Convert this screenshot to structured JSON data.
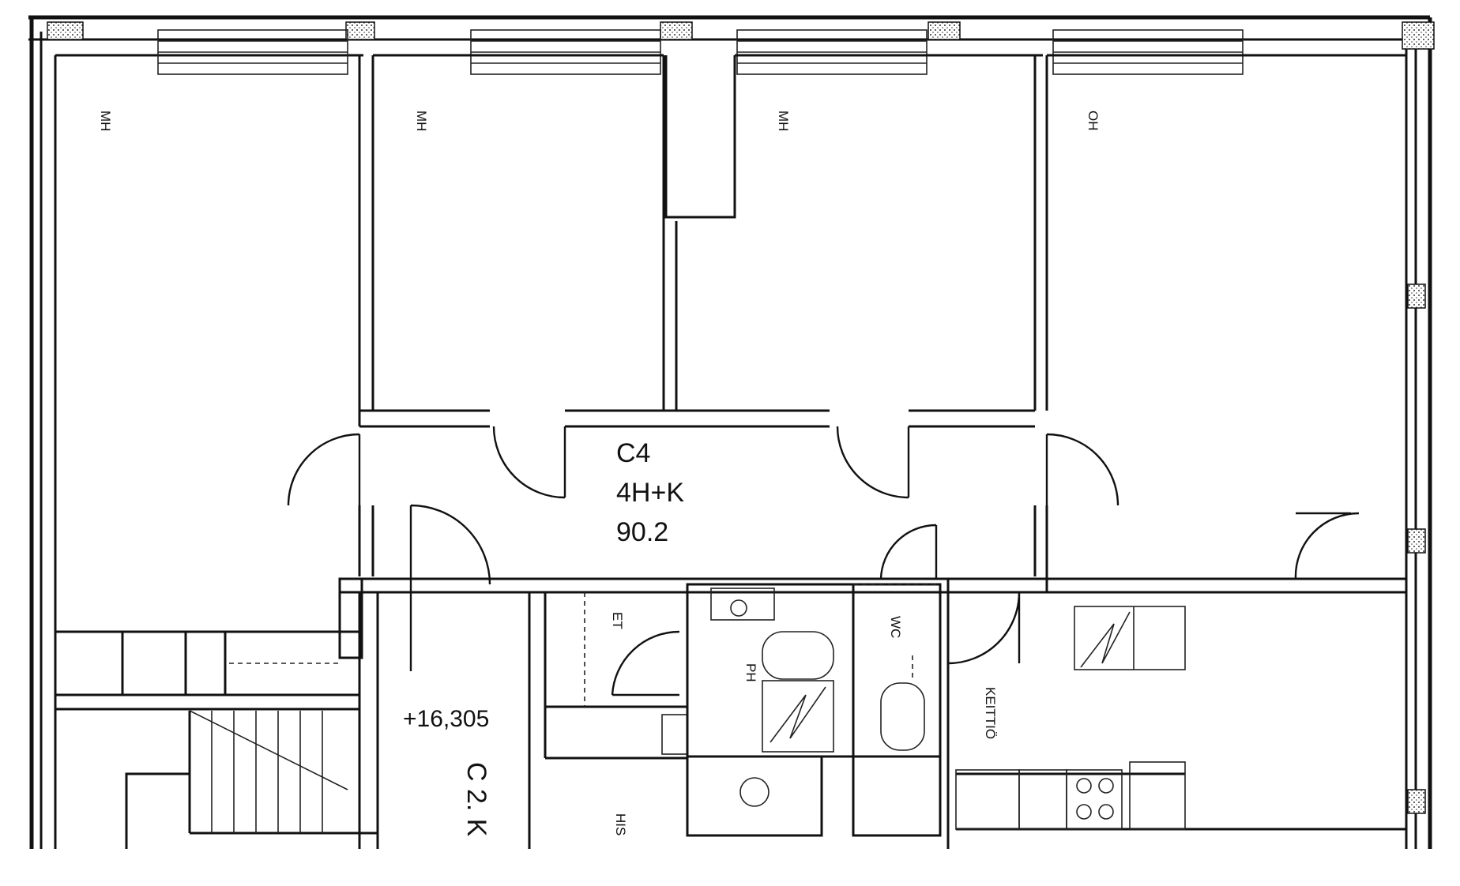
{
  "apartment": {
    "code": "C4",
    "type": "4H+K",
    "area": "90.2"
  },
  "rooms": {
    "room1": "MH",
    "room2": "MH",
    "room3": "MH",
    "living": "OH",
    "entry": "ET",
    "bath": "PH",
    "toilet": "WC",
    "kitchen": "KEITTIÖ"
  },
  "stair": {
    "level": "+16,305",
    "label": "C 2. K",
    "lift": "HIS"
  }
}
